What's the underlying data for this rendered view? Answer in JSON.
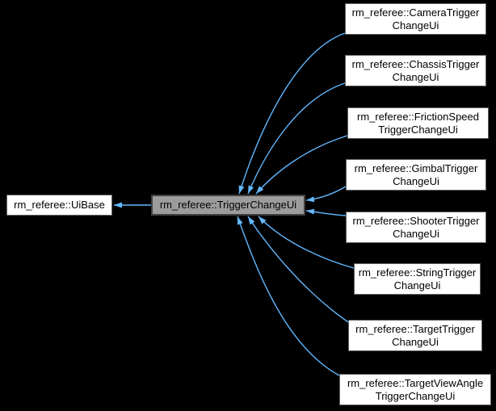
{
  "diagram": {
    "kind": "class-inheritance-graph",
    "colors": {
      "background": "#000000",
      "arrow": "#63b8ff",
      "node_fill": "#ffffff",
      "node_border": "#606060",
      "selected_fill": "#9c9c9c",
      "selected_border": "#404040",
      "text": "#000000"
    },
    "base_node": {
      "label": "rm_referee::UiBase"
    },
    "selected_node": {
      "label": "rm_referee::TriggerChangeUi"
    },
    "derived_nodes": [
      {
        "line1": "rm_referee::CameraTrigger",
        "line2": "ChangeUi"
      },
      {
        "line1": "rm_referee::ChassisTrigger",
        "line2": "ChangeUi"
      },
      {
        "line1": "rm_referee::FrictionSpeed",
        "line2": "TriggerChangeUi"
      },
      {
        "line1": "rm_referee::GimbalTrigger",
        "line2": "ChangeUi"
      },
      {
        "line1": "rm_referee::ShooterTrigger",
        "line2": "ChangeUi"
      },
      {
        "line1": "rm_referee::StringTrigger",
        "line2": "ChangeUi"
      },
      {
        "line1": "rm_referee::TargetTrigger",
        "line2": "ChangeUi"
      },
      {
        "line1": "rm_referee::TargetViewAngle",
        "line2": "TriggerChangeUi"
      }
    ]
  }
}
